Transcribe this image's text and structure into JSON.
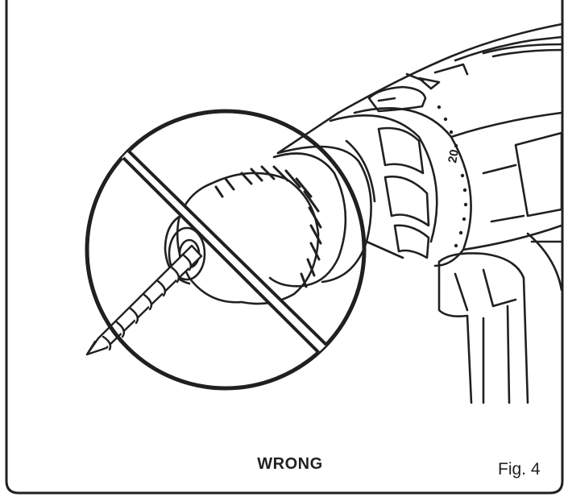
{
  "illustration": {
    "subject": "drill-with-bit-in-chuck",
    "prohibition_symbol": "circle-slash",
    "dial_number": "20",
    "caption": "WRONG",
    "figure_label": "Fig. 4"
  },
  "colors": {
    "line": "#231f20",
    "background": "#ffffff"
  }
}
